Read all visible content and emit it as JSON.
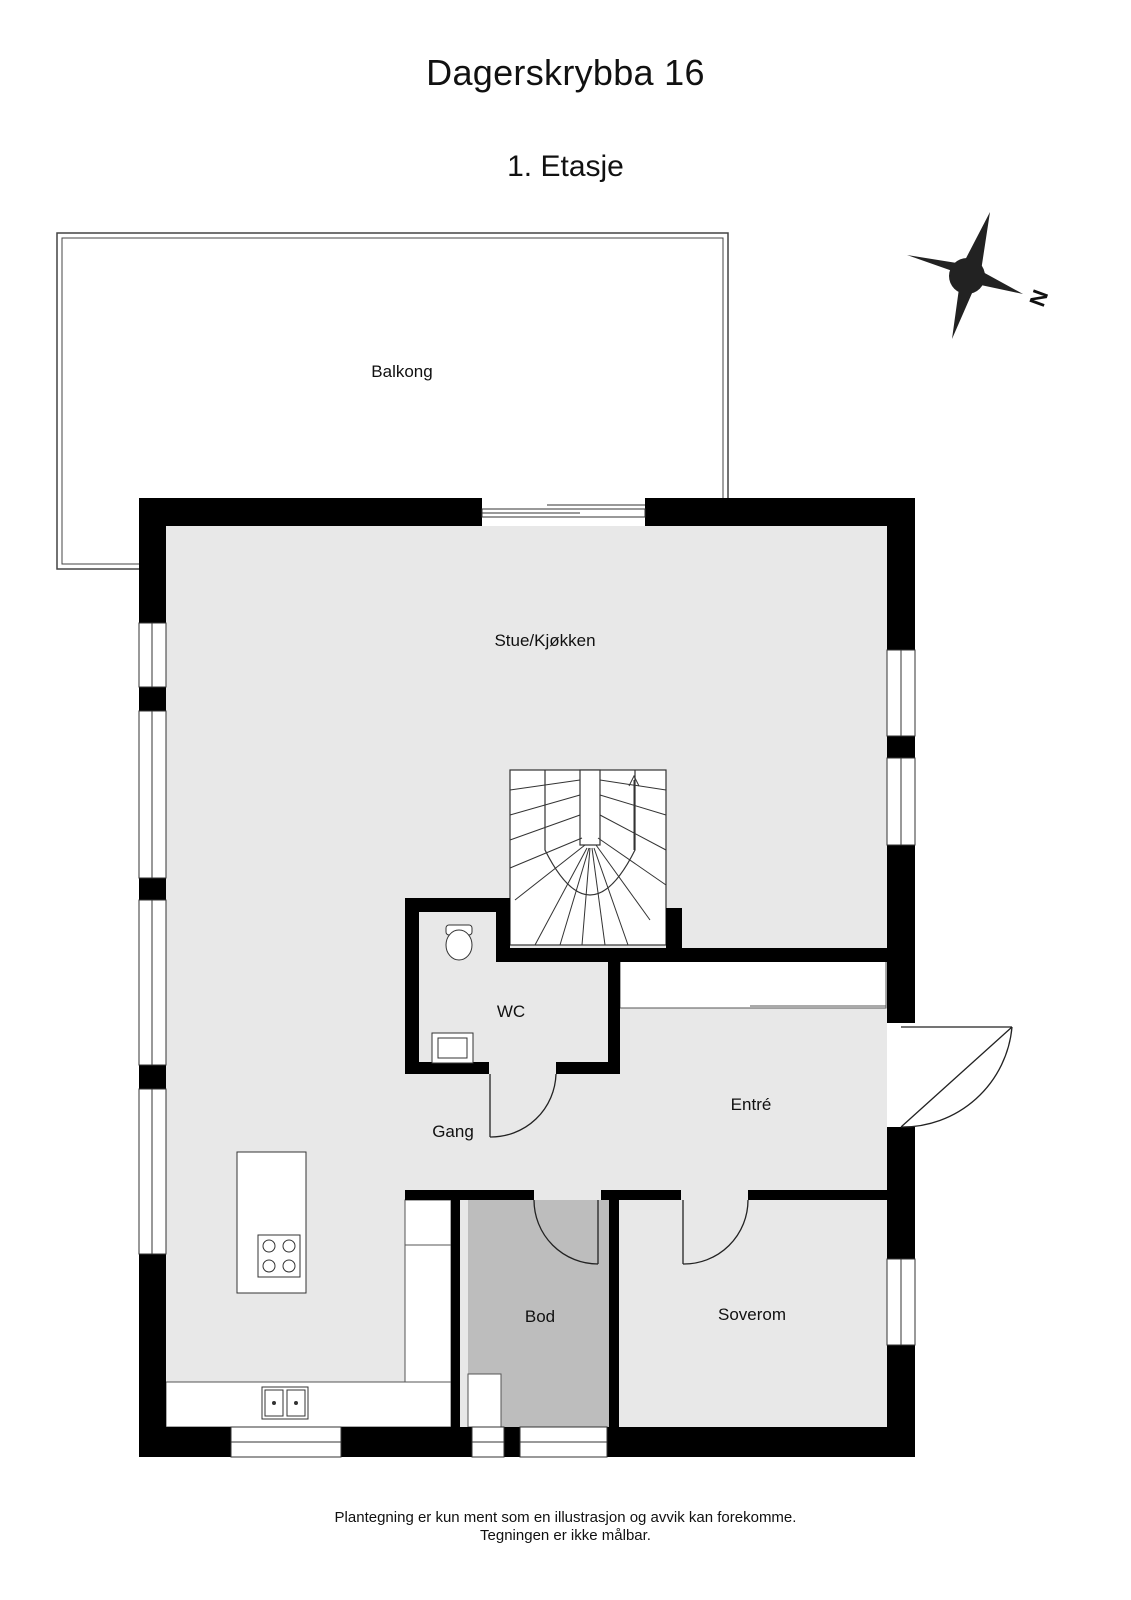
{
  "header": {
    "title": "Dagerskrybba 16",
    "floor": "1. Etasje"
  },
  "rooms": {
    "balcony": "Balkong",
    "living_kitchen": "Stue/Kjøkken",
    "wc": "WC",
    "hallway": "Gang",
    "entrance": "Entré",
    "storage": "Bod",
    "bedroom": "Soverom"
  },
  "compass": {
    "north_label": "N"
  },
  "colors": {
    "wall": "#000000",
    "floor": "#e8e8e8",
    "storage_floor": "#bdbdbd",
    "balcony_floor": "#ffffff"
  },
  "footer": {
    "line1": "Plantegning er kun ment som en illustrasjon og avvik kan forekomme.",
    "line2": "Tegningen er ikke målbar."
  }
}
